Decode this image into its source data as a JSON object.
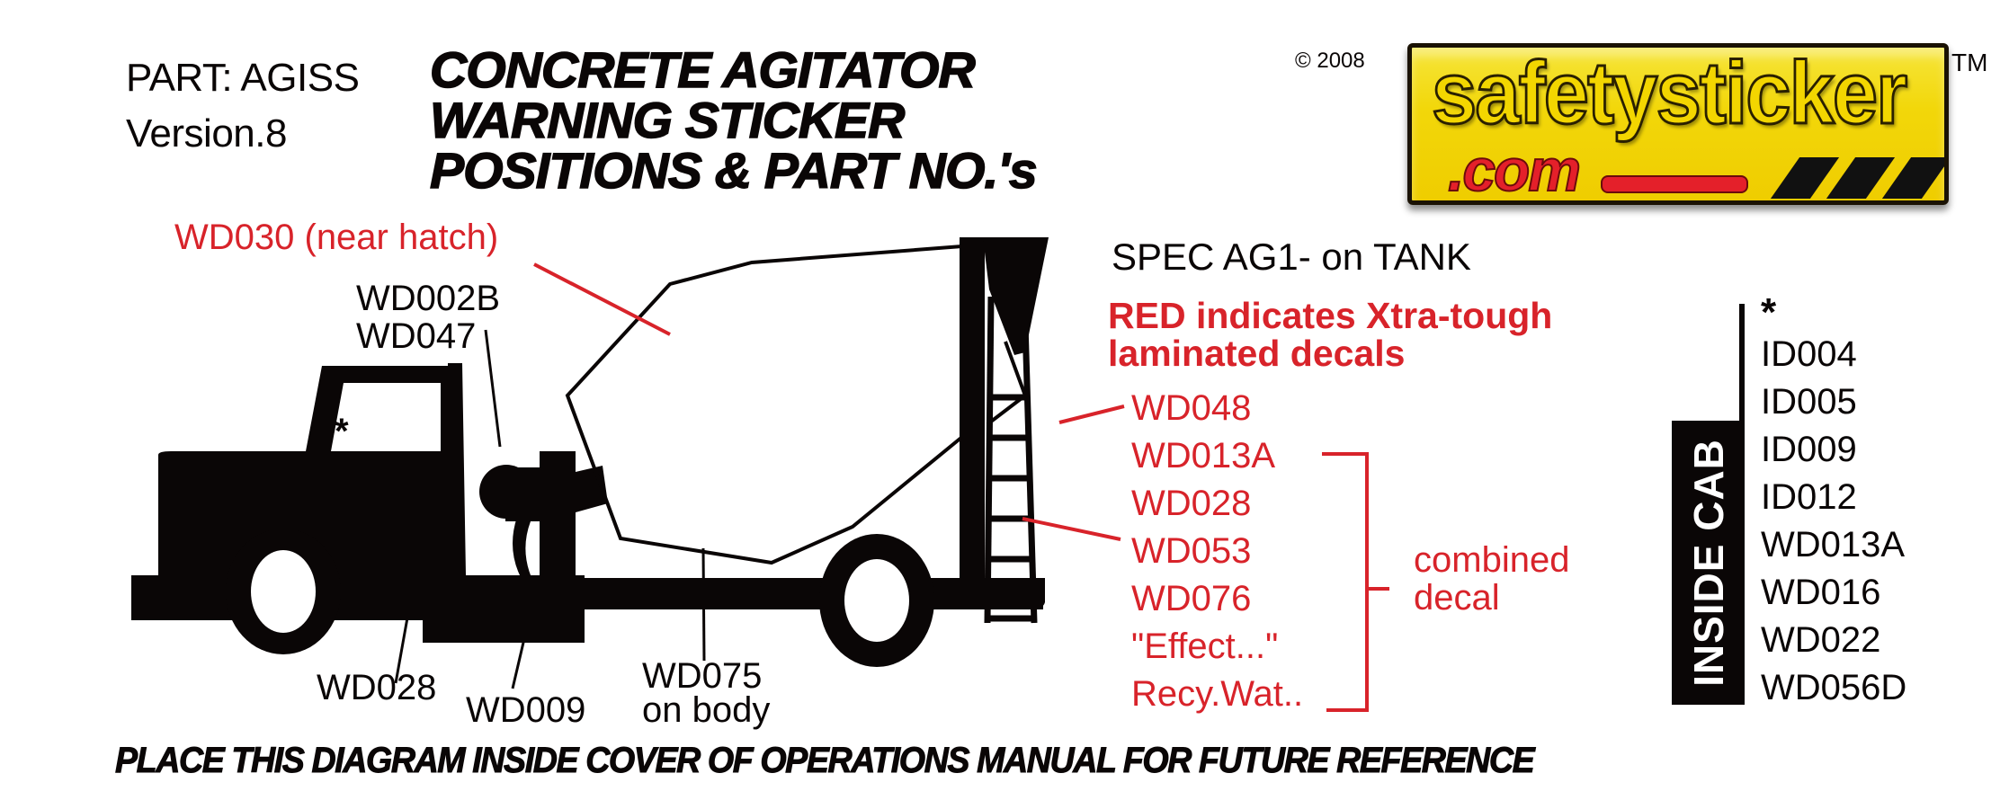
{
  "header": {
    "part_line": "PART: AGISS",
    "version_line": "Version.8",
    "title_lines": [
      "CONCRETE AGITATOR",
      "WARNING STICKER",
      "POSITIONS & PART NO.'s"
    ],
    "copyright": "© 2008",
    "trademark": "TM"
  },
  "logo": {
    "main_text": "safetysticker",
    "domain_text": ".com",
    "colors": {
      "background": "#F2D70A",
      "domain": "#E4202A",
      "stripes": "#111111"
    }
  },
  "diagram": {
    "labels": {
      "wd030": "WD030 (near hatch)",
      "wd002b": "WD002B",
      "wd047": "WD047",
      "cab_star": "*",
      "wd028": "WD028",
      "wd009": "WD009",
      "wd075_line1": "WD075",
      "wd075_line2": "on body"
    }
  },
  "tank": {
    "spec_heading": "SPEC AG1- on TANK",
    "red_note_lines": [
      "RED indicates Xtra-tough",
      "laminated decals"
    ],
    "items": [
      "WD048",
      "WD013A",
      "WD028",
      "WD053",
      "WD076",
      "\"Effect...\"",
      "Recy.Wat.."
    ],
    "combined_label_lines": [
      "combined",
      "decal"
    ]
  },
  "inside_cab": {
    "label": "INSIDE CAB",
    "star": "*",
    "items": [
      "ID004",
      "ID005",
      "ID009",
      "ID012",
      "WD013A",
      "WD016",
      "WD022",
      "WD056D"
    ]
  },
  "footer": {
    "instruction": "PLACE THIS DIAGRAM INSIDE COVER OF OPERATIONS MANUAL FOR FUTURE REFERENCE"
  },
  "colors": {
    "text": "#0A0606",
    "red": "#D8232A",
    "background": "#FFFFFF"
  }
}
